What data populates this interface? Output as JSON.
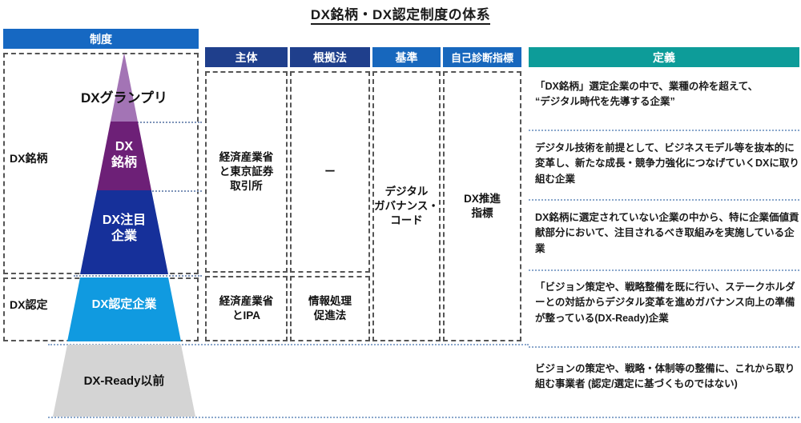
{
  "title": "DX銘柄・DX認定制度の体系",
  "colors": {
    "header_seido": "#1668c2",
    "header_dark_blue": "#1f3f8c",
    "header_mid_blue": "#1767bd",
    "header_teal": "#0d9c99",
    "pyramid_grandprix": "#a374b5",
    "pyramid_meigara": "#6d2077",
    "pyramid_chumoku": "#16309a",
    "pyramid_nintei": "#109ae0",
    "pyramid_ready": "#d4d4d4"
  },
  "headers": {
    "seido": "制度",
    "shutai": "主体",
    "konkyo": "根拠法",
    "kijun": "基準",
    "shindan": "自己診断指標",
    "teigi": "定義"
  },
  "groups": [
    {
      "label": "DX銘柄"
    },
    {
      "label": "DX認定"
    }
  ],
  "pyramid": [
    {
      "label": "DXグランプリ",
      "color": "#a374b5"
    },
    {
      "label": "DX\n銘柄",
      "line1": "DX",
      "line2": "銘柄",
      "color": "#6d2077"
    },
    {
      "label": "DX注目\n企業",
      "line1": "DX注目",
      "line2": "企業",
      "color": "#16309a"
    },
    {
      "label": "DX認定企業",
      "color": "#109ae0"
    },
    {
      "label": "DX-Ready以前",
      "color": "#d4d4d4"
    }
  ],
  "cells": {
    "shutai_top": "経済産業省\nと東京証券\n取引所",
    "konkyo_top": "ー",
    "kijun": "デジタル\nガバナンス・\nコード",
    "shindan": "DX推進\n指標",
    "shutai_bottom": "経済産業省\nとIPA",
    "konkyo_bottom": "情報処理\n促進法"
  },
  "definitions": [
    "「DX銘柄」選定企業の中で、業種の枠を超えて、\n“デジタル時代を先導する企業”",
    "デジタル技術を前提として、ビジネスモデル等を抜本的に変革し、新たな成長・競争力強化につなげていくDXに取り組む企業",
    "DX銘柄に選定されていない企業の中から、特に企業価値貢献部分において、注目されるべき取組みを実施している企業",
    "「ビジョン策定や、戦略整備を既に行い、ステークホルダーとの対話からデジタル変革を進めガバナンス向上の準備が整っている(DX-Ready)企業",
    "ビジョンの策定や、戦略・体制等の整備に、これから取り組む事業者 (認定/選定に基づくものではない)"
  ]
}
